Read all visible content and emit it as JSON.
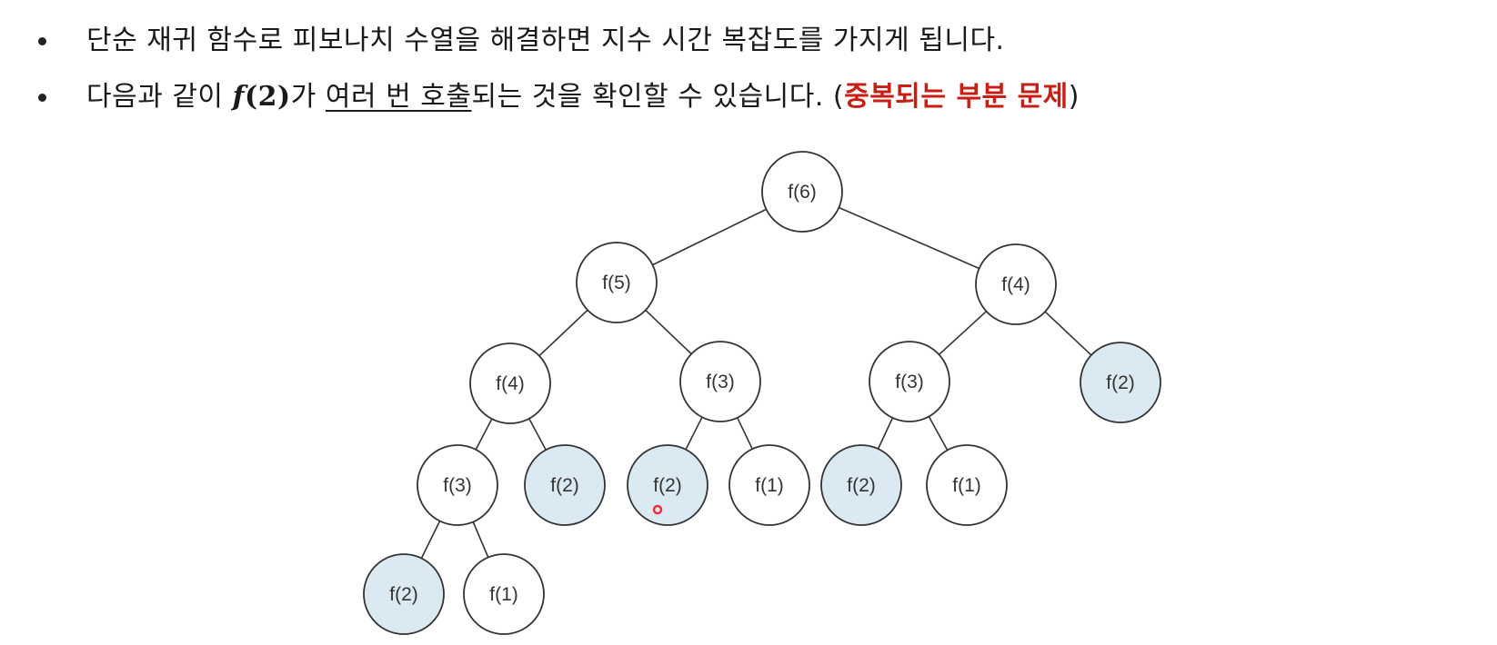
{
  "bullets": [
    {
      "text": "단순 재귀 함수로 피보나치 수열을 해결하면 지수 시간 복잡도를 가지게 됩니다."
    },
    {
      "before": "다음과 같이 ",
      "math_fn": "f",
      "math_arg": "(2)",
      "after_math": "가 ",
      "underlined": "여러 번 호출",
      "after_underline": "되는 것을 확인할 수 있습니다. (",
      "emphasis": "중복되는 부분 문제",
      "closing": ")"
    }
  ],
  "diagram": {
    "colors": {
      "highlight_fill": "#dbe9f2",
      "default_fill": "#ffffff",
      "stroke": "#333333",
      "cursor": "#e8323c"
    },
    "nodes": [
      {
        "id": "n0",
        "label": "f(6)",
        "highlighted": false
      },
      {
        "id": "n1",
        "label": "f(5)",
        "highlighted": false
      },
      {
        "id": "n2",
        "label": "f(4)",
        "highlighted": false
      },
      {
        "id": "n3",
        "label": "f(4)",
        "highlighted": false
      },
      {
        "id": "n4",
        "label": "f(3)",
        "highlighted": false
      },
      {
        "id": "n5",
        "label": "f(3)",
        "highlighted": false
      },
      {
        "id": "n6",
        "label": "f(2)",
        "highlighted": true
      },
      {
        "id": "n7",
        "label": "f(3)",
        "highlighted": false
      },
      {
        "id": "n8",
        "label": "f(2)",
        "highlighted": true
      },
      {
        "id": "n9",
        "label": "f(2)",
        "highlighted": true
      },
      {
        "id": "n10",
        "label": "f(1)",
        "highlighted": false
      },
      {
        "id": "n11",
        "label": "f(2)",
        "highlighted": true
      },
      {
        "id": "n12",
        "label": "f(1)",
        "highlighted": false
      },
      {
        "id": "n13",
        "label": "f(2)",
        "highlighted": true
      },
      {
        "id": "n14",
        "label": "f(1)",
        "highlighted": false
      }
    ],
    "edges": [
      [
        "n0",
        "n1"
      ],
      [
        "n0",
        "n2"
      ],
      [
        "n1",
        "n3"
      ],
      [
        "n1",
        "n4"
      ],
      [
        "n2",
        "n5"
      ],
      [
        "n2",
        "n6"
      ],
      [
        "n3",
        "n7"
      ],
      [
        "n3",
        "n8"
      ],
      [
        "n4",
        "n9"
      ],
      [
        "n4",
        "n10"
      ],
      [
        "n5",
        "n11"
      ],
      [
        "n5",
        "n12"
      ],
      [
        "n7",
        "n13"
      ],
      [
        "n7",
        "n14"
      ]
    ]
  }
}
